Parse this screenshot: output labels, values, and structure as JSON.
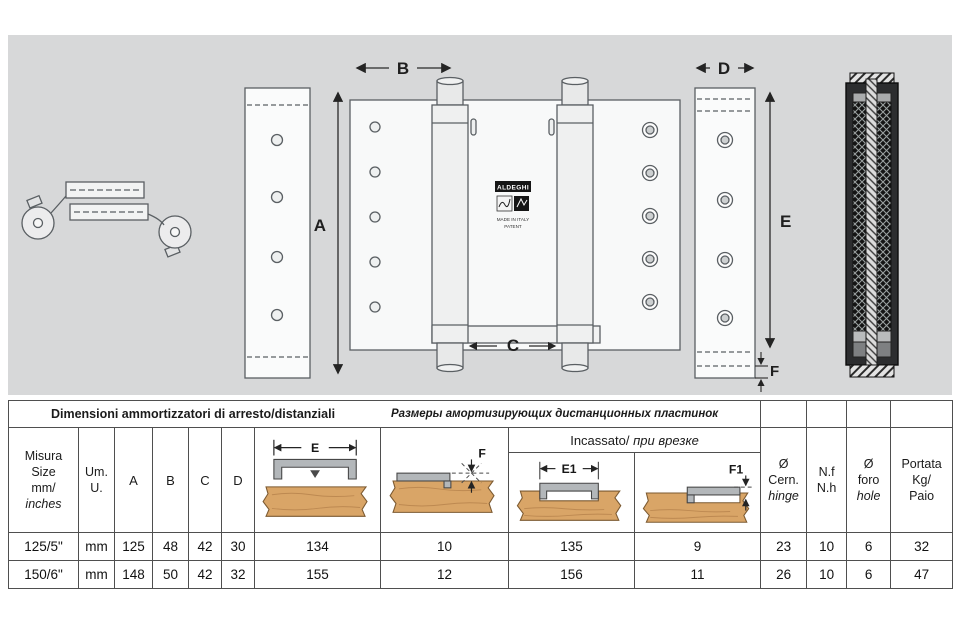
{
  "drawing": {
    "labels": {
      "A": "A",
      "B": "B",
      "C": "C",
      "D": "D",
      "E": "E",
      "F": "F"
    },
    "logo": {
      "brand": "ALDEGHI",
      "made": "MADE IN ITALY",
      "patent": "PATENT"
    }
  },
  "table": {
    "title_it": "Dimensioni ammortizzatori di arresto/distanziali",
    "title_ru": "Размеры амортизирующих дистанционных пластинок",
    "incassato_it": "Incassato/",
    "incassato_ru": "при врезке",
    "headers": {
      "misura": [
        "Misura",
        "Size",
        "mm/",
        "inches"
      ],
      "um": [
        "Um.",
        "U."
      ],
      "a": "A",
      "b": "B",
      "c": "C",
      "d": "D",
      "dia_e": "E",
      "dia_f": "F",
      "dia_e1": "E1",
      "dia_f1": "F1",
      "cern": [
        "Ø",
        "Cern.",
        "hinge"
      ],
      "nf": [
        "N.f",
        "N.h"
      ],
      "foro": [
        "Ø",
        "foro",
        "hole"
      ],
      "portata": [
        "Portata",
        "Kg/",
        "Paio"
      ]
    },
    "rows": [
      {
        "size": "125/5\"",
        "um": "mm",
        "a": "125",
        "b": "48",
        "c": "42",
        "d": "30",
        "e": "134",
        "f": "10",
        "e1": "135",
        "f1": "9",
        "cern": "23",
        "nf": "10",
        "foro": "6",
        "portata": "32"
      },
      {
        "size": "150/6\"",
        "um": "mm",
        "a": "148",
        "b": "50",
        "c": "42",
        "d": "32",
        "e": "155",
        "f": "12",
        "e1": "156",
        "f1": "11",
        "cern": "26",
        "nf": "10",
        "foro": "6",
        "portata": "47"
      }
    ]
  }
}
